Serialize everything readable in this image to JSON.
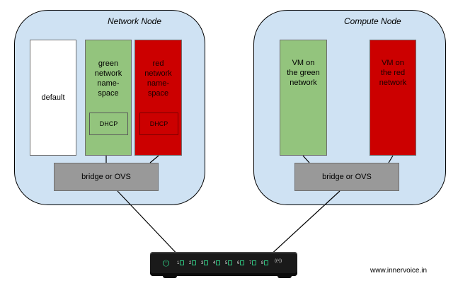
{
  "network_node": {
    "title": "Network Node",
    "default_ns": "default",
    "green_ns": {
      "label": "green\nnetwork\nname-\nspace",
      "dhcp": "DHCP"
    },
    "red_ns": {
      "label": "red\nnetwork\nname-\nspace",
      "dhcp": "DHCP"
    },
    "bridge": "bridge or OVS"
  },
  "compute_node": {
    "title": "Compute Node",
    "green_vm": "VM on\nthe green\nnetwork",
    "red_vm": "VM on\nthe red\nnetwork",
    "bridge": "bridge or OVS"
  },
  "switch": {
    "ports": [
      "1",
      "2",
      "3",
      "4",
      "5",
      "6",
      "7",
      "8"
    ],
    "power_icon": "power-icon",
    "wifi_icon": "wifi-icon"
  },
  "credit": "www.innervoice.in",
  "colors": {
    "node_bg": "#cfe2f3",
    "green": "#93c47d",
    "red": "#cc0000",
    "bridge": "#999999"
  }
}
